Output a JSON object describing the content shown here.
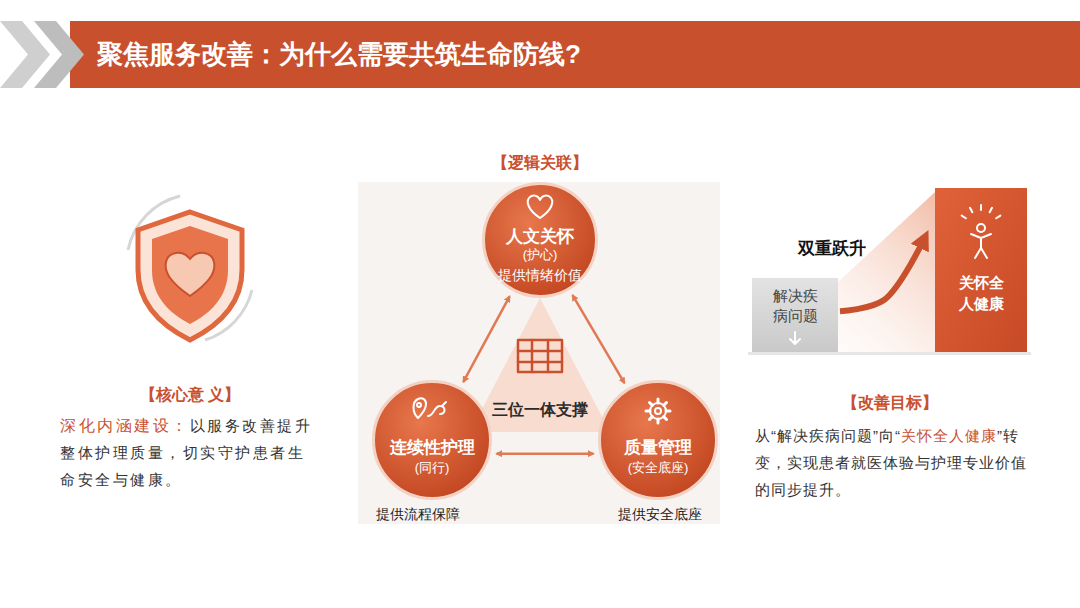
{
  "diagram": {
    "title": "聚焦服务改善：为什么需要共筑生命防线?",
    "nodes": [
      {
        "text": [
          "人文关怀",
          "(护心)",
          "提供情绪价值"
        ]
      },
      {
        "text": [
          "三位一体支撑"
        ]
      },
      {
        "text": [
          "连续性护理",
          "(同行)"
        ]
      },
      {
        "text": [
          "质量管理",
          "(安全底座)"
        ]
      },
      {
        "text": [
          "解决疾病问题"
        ]
      },
      {
        "text": [
          "关怀全人健康"
        ]
      }
    ],
    "edges": [
      {
        "from": 0,
        "to": 2,
        "arrow": "both"
      },
      {
        "from": 0,
        "to": 3,
        "arrow": "both"
      },
      {
        "from": 2,
        "to": 3,
        "arrow": "both"
      },
      {
        "from": 4,
        "to": 5,
        "arrow": "to"
      }
    ],
    "labels": [
      "【逻辑关联】",
      "【核心意 义】",
      "深化内涵建设：",
      "以服务改善提升整体护理质量，切实守护患者生命安全与健康。",
      "提供流程保障",
      "提供安全底座",
      "双重跃升",
      "【改善目标】",
      "从“解决疾病问题”向“",
      "关怀全人健康",
      "”转变，实现患者就医体验与护理专业价值的同步提升。"
    ]
  }
}
